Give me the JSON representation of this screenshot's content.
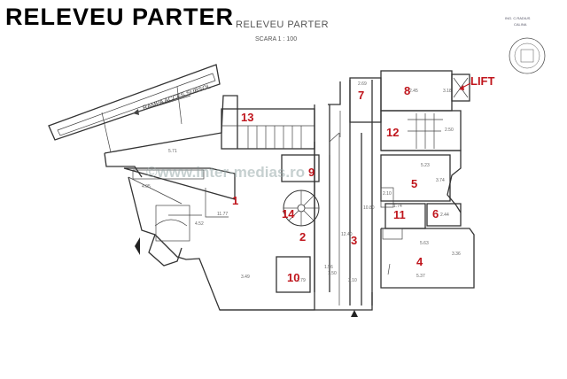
{
  "page": {
    "title": "RELEVEU  PARTER"
  },
  "drawing": {
    "title": "RELEVEU PARTER",
    "scale": "SCARA 1 : 100",
    "ramp_label": "RAMPA ACCES SUBSOL",
    "lift_label": "LIFT",
    "watermark": "©www.inter-medias.ro",
    "rooms": [
      "1",
      "2",
      "3",
      "4",
      "5",
      "6",
      "7",
      "8",
      "9",
      "10",
      "11",
      "12",
      "13",
      "14"
    ],
    "dimensions": {
      "room1_w": "11.77",
      "room1_side": "4.52",
      "room1_top": "5.71",
      "room1_left": "4.05",
      "room1_bottom": "3.49",
      "room2_h": "1.56",
      "room4_w": "5.63",
      "room4_h": "3.36",
      "room4_bottom": "5.37",
      "room5_w": "5.23",
      "room5_h": "3.74",
      "room7_w": "2.69",
      "room8_w": "2.45",
      "room8_h": "3.18",
      "room12_h": "2.50",
      "corridor": "10.80",
      "room6": "2.44",
      "room11": "1.74",
      "room3_h": "12.40",
      "misc1": "2.79",
      "misc2": "1.50",
      "misc3": "3.10",
      "misc4": "2.10"
    }
  },
  "colors": {
    "room_number": "#c0161d",
    "lift_label": "#c0161d",
    "walls": "#333333",
    "watermark": "#99aaaa"
  }
}
